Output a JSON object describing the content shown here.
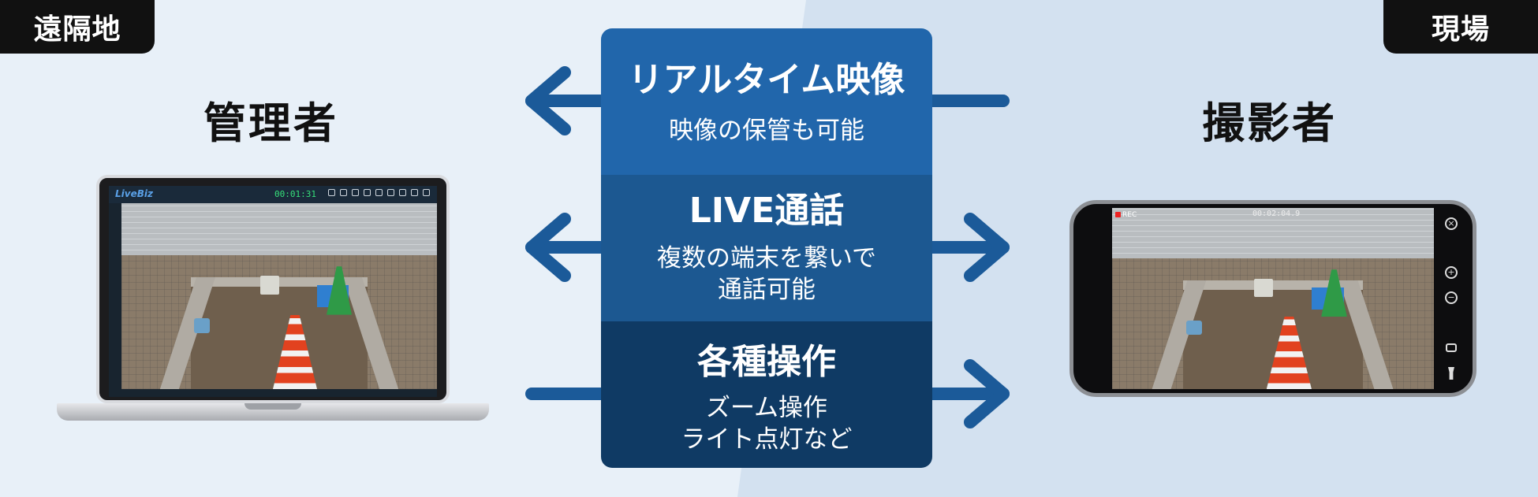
{
  "tags": {
    "left": "遠隔地",
    "right": "現場"
  },
  "roles": {
    "left": "管理者",
    "right": "撮影者"
  },
  "sections": [
    {
      "title": "リアルタイム映像",
      "sub_lines": [
        "映像の保管も可能"
      ]
    },
    {
      "title": "LIVE通話",
      "sub_lines": [
        "複数の端末を繋いで",
        "通話可能"
      ]
    },
    {
      "title": "各種操作",
      "sub_lines": [
        "ズーム操作",
        "ライト点灯など"
      ]
    }
  ],
  "laptop_app": {
    "logo": "LiveBiz",
    "timer": "00:01:31"
  },
  "phone_app": {
    "rec": "REC",
    "timer": "00:02:04.9"
  },
  "colors": {
    "section1": "#2166ab",
    "section2": "#1c5891",
    "section3": "#0f3a64",
    "arrow": "#1b5a99"
  }
}
